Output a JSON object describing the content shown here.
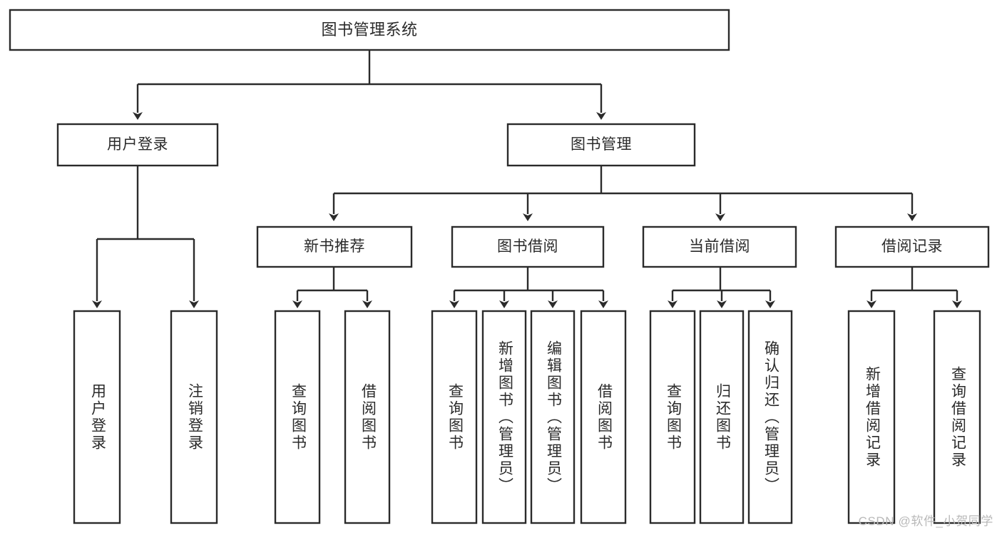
{
  "diagram": {
    "title": "图书管理系统",
    "type": "tree-hierarchy",
    "watermark": "CSDN @软件_小贺同学",
    "colors": {
      "stroke": "#2b2b2b",
      "box_fill": "#ffffff",
      "text": "#2a2a2a",
      "background": "#ffffff",
      "watermark": "#b9b9b9"
    },
    "levels": {
      "root": {
        "label": "图书管理系统"
      },
      "level2": [
        {
          "id": "user-login",
          "label": "用户登录"
        },
        {
          "id": "book-management",
          "label": "图书管理"
        }
      ],
      "level3": [
        {
          "id": "new-book-recommend",
          "label": "新书推荐",
          "parent": "book-management"
        },
        {
          "id": "book-borrow",
          "label": "图书借阅",
          "parent": "book-management"
        },
        {
          "id": "current-borrow",
          "label": "当前借阅",
          "parent": "book-management"
        },
        {
          "id": "borrow-record",
          "label": "借阅记录",
          "parent": "book-management"
        }
      ],
      "leaves": [
        {
          "id": "leaf-user-login",
          "label": "用户登录",
          "parent": "user-login"
        },
        {
          "id": "leaf-logout",
          "label": "注销登录",
          "parent": "user-login"
        },
        {
          "id": "leaf-query-book-1",
          "label": "查询图书",
          "parent": "new-book-recommend"
        },
        {
          "id": "leaf-borrow-book-1",
          "label": "借阅图书",
          "parent": "new-book-recommend"
        },
        {
          "id": "leaf-query-book-2",
          "label": "查询图书",
          "parent": "book-borrow"
        },
        {
          "id": "leaf-add-book",
          "label": "新增图书（管理员）",
          "parent": "book-borrow"
        },
        {
          "id": "leaf-edit-book",
          "label": "编辑图书（管理员）",
          "parent": "book-borrow"
        },
        {
          "id": "leaf-borrow-book-2",
          "label": "借阅图书",
          "parent": "book-borrow"
        },
        {
          "id": "leaf-query-book-3",
          "label": "查询图书",
          "parent": "current-borrow"
        },
        {
          "id": "leaf-return-book",
          "label": "归还图书",
          "parent": "current-borrow"
        },
        {
          "id": "leaf-confirm-return",
          "label": "确认归还（管理员）",
          "parent": "current-borrow"
        },
        {
          "id": "leaf-add-record",
          "label": "新增借阅记录",
          "parent": "borrow-record"
        },
        {
          "id": "leaf-query-record",
          "label": "查询借阅记录",
          "parent": "borrow-record"
        }
      ]
    }
  }
}
